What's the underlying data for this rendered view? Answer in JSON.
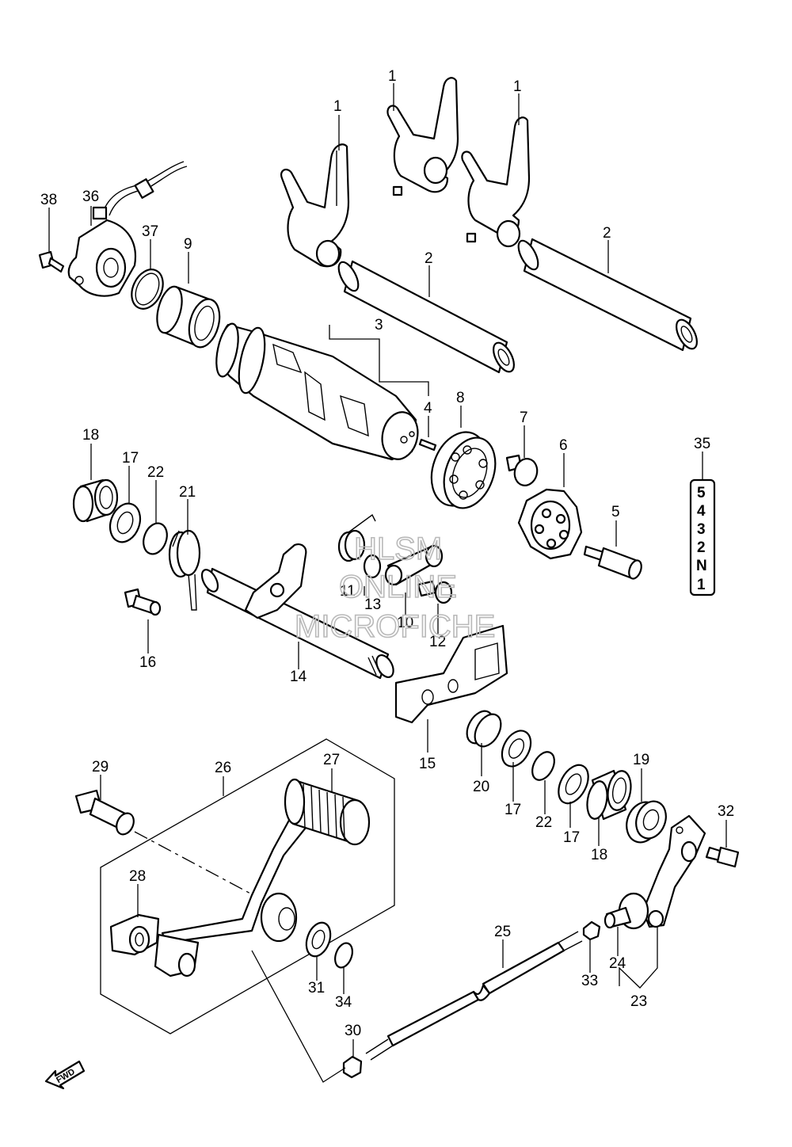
{
  "diagram": {
    "labels": [
      "1",
      "1",
      "1",
      "2",
      "2",
      "3",
      "4",
      "5",
      "6",
      "7",
      "8",
      "9",
      "10",
      "11",
      "12",
      "13",
      "14",
      "15",
      "16",
      "17",
      "17",
      "17",
      "18",
      "18",
      "19",
      "20",
      "21",
      "22",
      "22",
      "23",
      "24",
      "25",
      "26",
      "27",
      "28",
      "29",
      "30",
      "31",
      "32",
      "33",
      "34",
      "35",
      "36",
      "37",
      "38"
    ],
    "gear_positions": [
      "5",
      "4",
      "3",
      "2",
      "N",
      "1"
    ],
    "watermark": [
      "HLSM",
      "ONLINE",
      "MICROFICHE"
    ],
    "direction": "FWD"
  }
}
